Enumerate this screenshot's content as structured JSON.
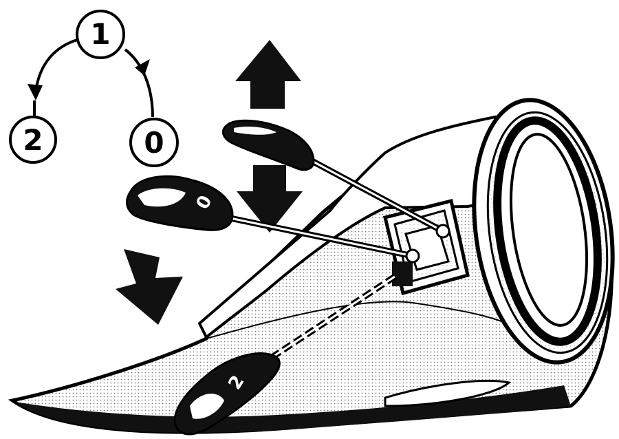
{
  "positions": {
    "top": "1",
    "left": "2",
    "right": "0"
  },
  "stalks": {
    "lower_knob_label": "0",
    "bottom_knob_label": "2"
  },
  "colors": {
    "ink": "#111111",
    "paper": "#ffffff",
    "dots": "#9a9a9a"
  }
}
